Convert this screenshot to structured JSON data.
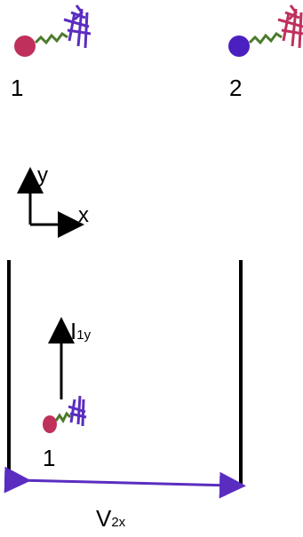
{
  "molecules": [
    {
      "label": "1",
      "head_color": "#c0305c",
      "tail_color": "#4c7a2c",
      "cage_color": "#5a2dc0"
    },
    {
      "label": "2",
      "head_color": "#4a20c0",
      "tail_color": "#4c7a2c",
      "cage_color": "#c0305c"
    }
  ],
  "axes": {
    "y_label": "y",
    "x_label": "x"
  },
  "box": {
    "molecule_label": "1",
    "impulse_label": {
      "main": "I",
      "sub": "1y"
    },
    "velocity_label": {
      "main": "V",
      "sub": "2x"
    },
    "arrow_color": "#5a2dc0"
  }
}
